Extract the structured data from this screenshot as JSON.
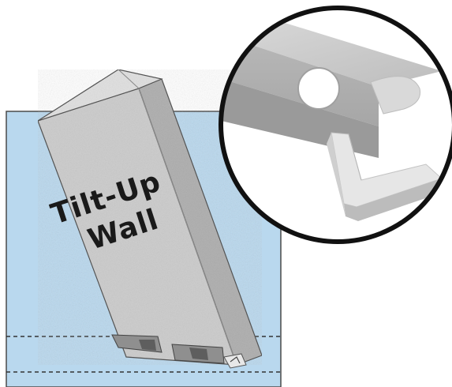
{
  "labels": {
    "line1": "Tilt-Up",
    "line2": "Wall"
  },
  "colors": {
    "background_panel": "#b9d8ee",
    "panel_border": "#4a4a4a",
    "wall_front": "#cfcfcf",
    "wall_side": "#b3b3b3",
    "wall_top": "#e2e2e2",
    "magnifier_ring": "#111111",
    "magnifier_fill": "#ffffff",
    "profile_light": "#e4e4e4",
    "profile_mid": "#c8c8c8",
    "profile_dark": "#9a9a9a",
    "dashed_line": "#333333"
  },
  "icons": [
    "tilt-up-wall-illustration",
    "magnifier-detail-icon",
    "extrusion-profile-icon",
    "shim-icon"
  ]
}
